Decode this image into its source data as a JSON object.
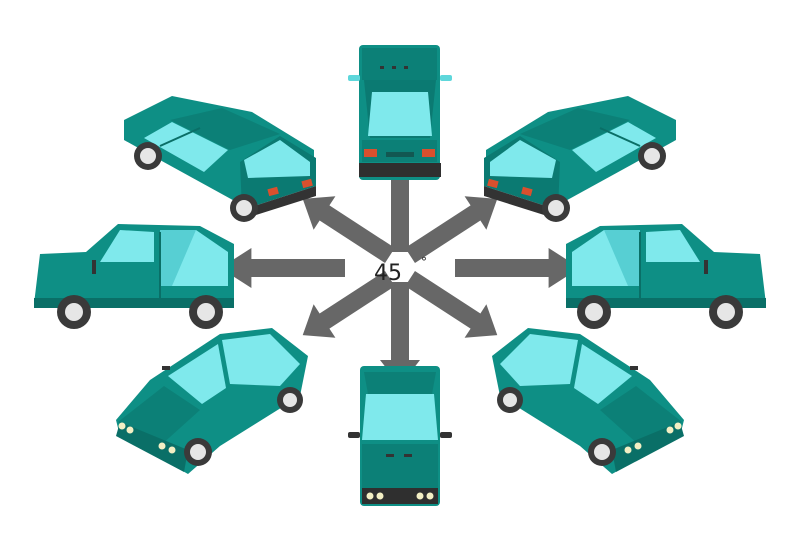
{
  "center_label": "45",
  "degree_symbol": "°",
  "colors": {
    "body": "#0e8f85",
    "body_dark": "#0a6f67",
    "glass": "#7fe9ec",
    "glass_dark": "#57cfd3",
    "tire": "#3a3a3a",
    "rim": "#e6e6e6",
    "arrow": "#676767",
    "taillight": "#d9502e",
    "headlight": "#f3efc4"
  },
  "views": [
    "rear-view",
    "rear-right-view",
    "right-side-view",
    "front-right-view",
    "front-view",
    "front-left-view",
    "left-side-view",
    "rear-left-view"
  ]
}
